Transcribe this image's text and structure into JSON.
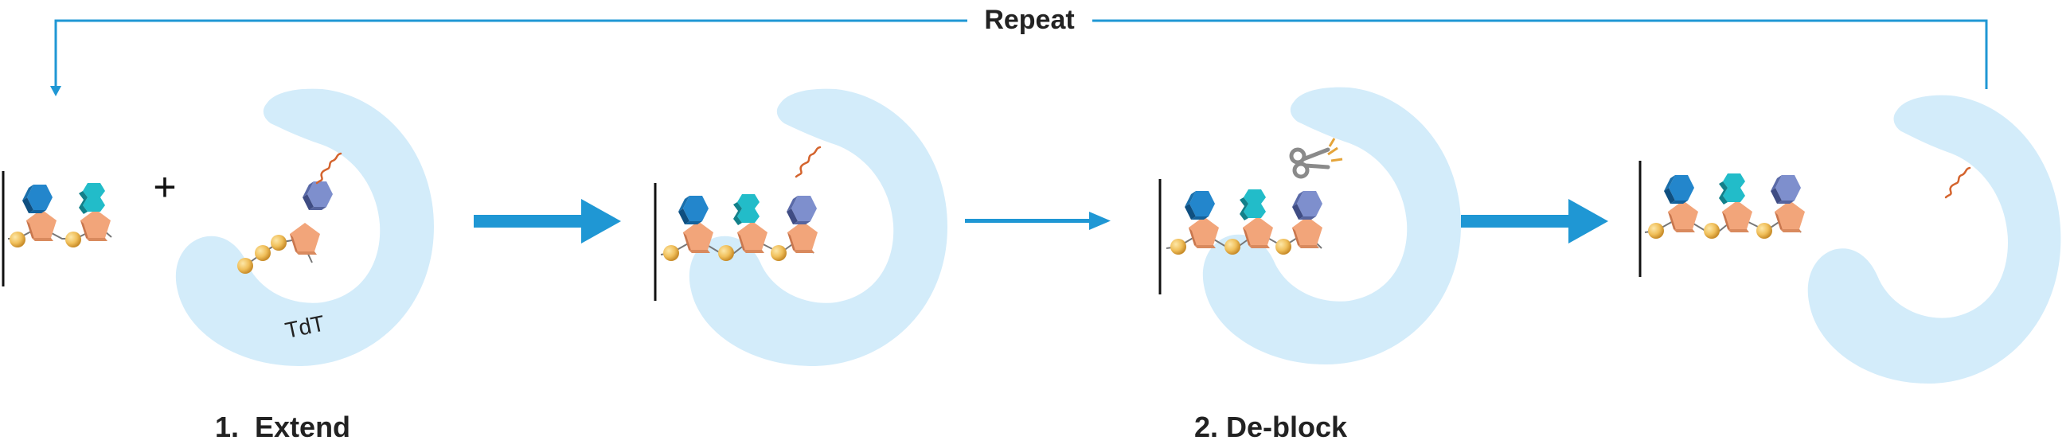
{
  "loop": {
    "label": "Repeat"
  },
  "operators": {
    "plus": "+"
  },
  "enzyme": {
    "name": "TdT"
  },
  "steps": [
    {
      "label": "1.  Extend"
    },
    {
      "label": "2. De-block"
    }
  ],
  "colors": {
    "accent": "#1f97d4",
    "enzyme_fill": "#d3ecfa",
    "base_dark_blue": "#2386cc",
    "base_teal": "#22bcc9",
    "base_lavender": "#7e8fcd",
    "sugar": "#f2a57a",
    "phosphate": "#f0bf5a",
    "blocking_group": "#d4642e",
    "strand_line": "#111111",
    "text": "#222222"
  }
}
